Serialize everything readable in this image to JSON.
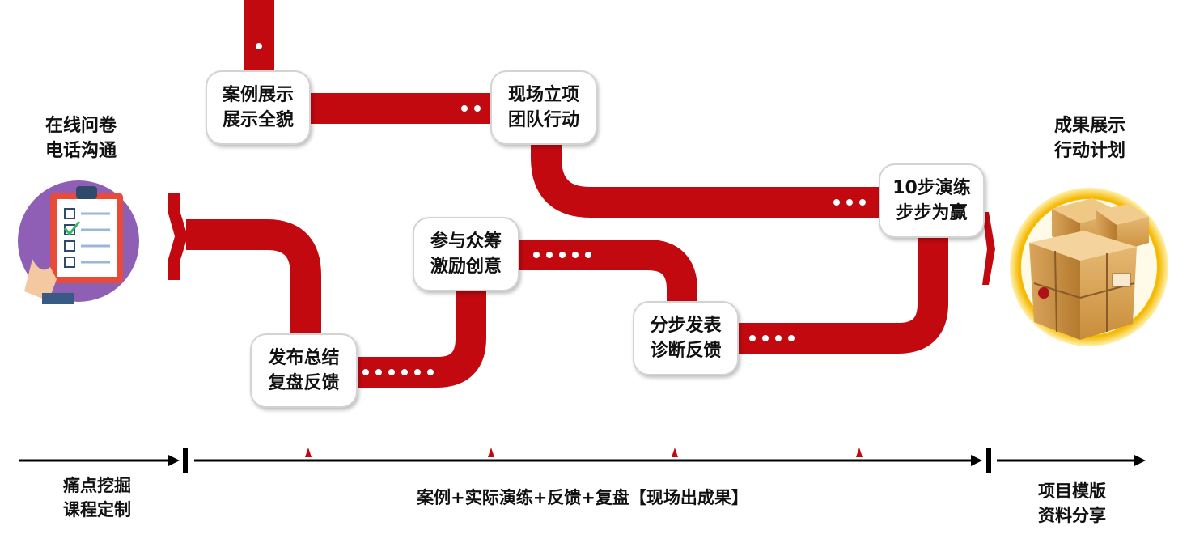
{
  "left_stage": {
    "line1": "在线问卷",
    "line2": "电话沟通",
    "image_icon": "clipboard-checklist-icon"
  },
  "right_stage": {
    "line1": "成果展示",
    "line2": "行动计划",
    "image_icon": "parcel-boxes-icon"
  },
  "nodes": [
    {
      "id": "case-showcase",
      "line1": "案例展示",
      "line2": "展示全貌"
    },
    {
      "id": "onsite-project",
      "line1": "现场立项",
      "line2": "团队行动"
    },
    {
      "id": "ten-step-drill",
      "line1": "10步演练",
      "line2": "步步为赢"
    },
    {
      "id": "crowdfunding",
      "line1": "参与众筹",
      "line2": "激励创意"
    },
    {
      "id": "step-presentation",
      "line1": "分步发表",
      "line2": "诊断反馈"
    },
    {
      "id": "publish-summary",
      "line1": "发布总结",
      "line2": "复盘反馈"
    }
  ],
  "timeline": {
    "left": {
      "line1": "痛点挖掘",
      "line2": "课程定制"
    },
    "middle": "案例+实际演练+反馈+复盘【现场出成果】",
    "right": {
      "line1": "项目模版",
      "line2": "资料分享"
    }
  },
  "colors": {
    "path_red": "#c1090f",
    "path_dark": "#8e0508",
    "timeline": "#000000"
  }
}
